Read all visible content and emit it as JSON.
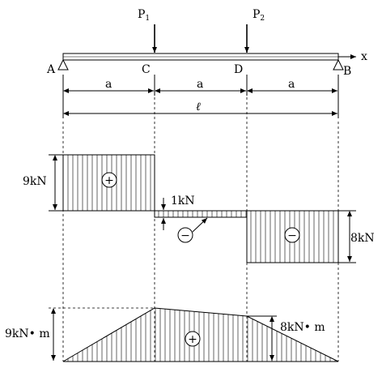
{
  "beam": {
    "point_a": "A",
    "point_b": "B",
    "point_c": "C",
    "point_d": "D",
    "axis_x": "x",
    "load_1": {
      "base": "P",
      "sub": "1"
    },
    "load_2": {
      "base": "P",
      "sub": "2"
    },
    "segments": [
      "a",
      "a",
      "a"
    ],
    "span": "ℓ"
  },
  "shear_diagram": {
    "left_value": "9kN",
    "middle_value": "1kN",
    "right_value": "8kN",
    "positive_sign": "+",
    "negative_sign_1": "−",
    "negative_sign_2": "−"
  },
  "moment_diagram": {
    "max_value": "9kN• m",
    "d_value": "8kN• m",
    "positive_sign": "+"
  }
}
